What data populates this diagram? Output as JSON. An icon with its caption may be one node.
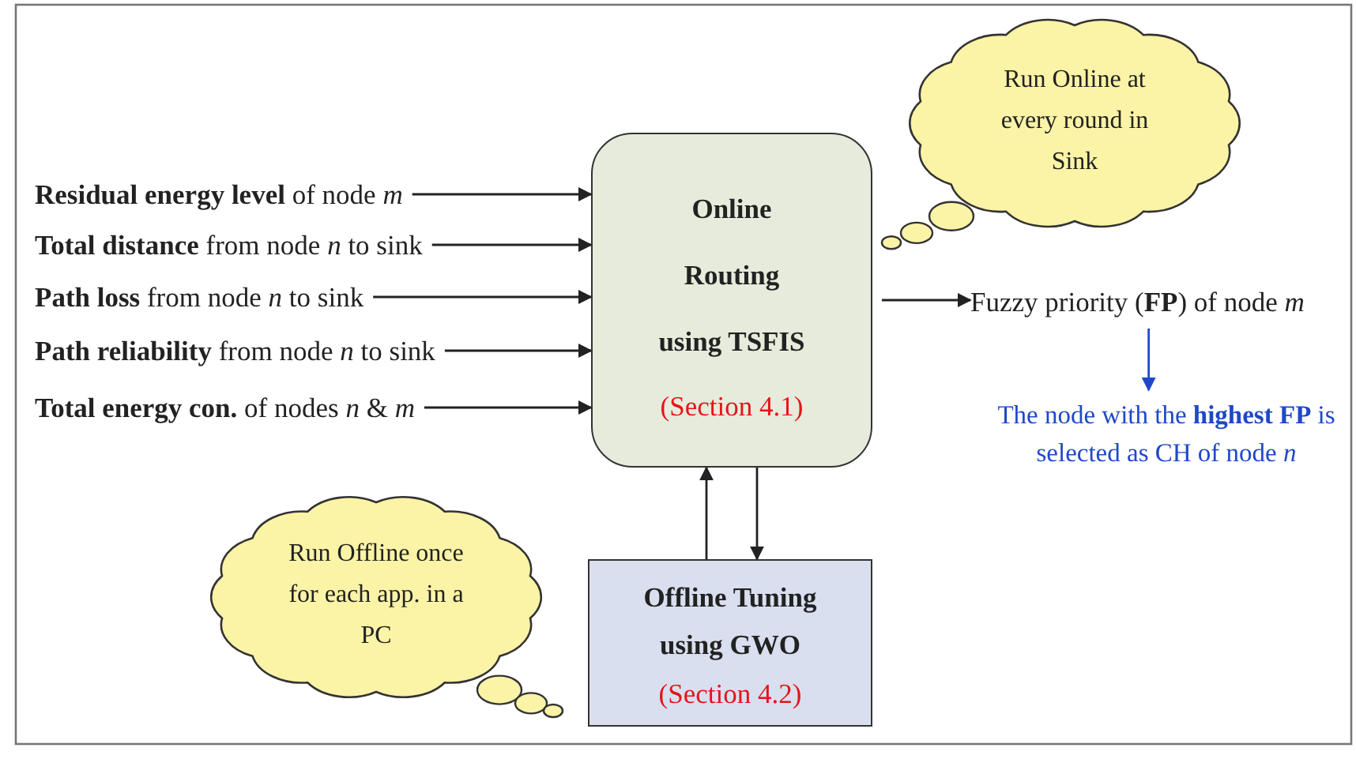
{
  "diagram": {
    "nodes": [
      {
        "text": [
          "**Residual energy level** of node *m*"
        ]
      },
      {
        "text": [
          "**Total distance** from node *n* to sink"
        ]
      },
      {
        "text": [
          "**Path loss** from node *n* to sink"
        ]
      },
      {
        "text": [
          "**Path reliability** from node *n* to sink"
        ]
      },
      {
        "text": [
          "**Total energy con.** of nodes *n* & *m*"
        ]
      },
      {
        "text": [
          "Online Routing using TSFIS",
          "(Section 4.1)"
        ]
      },
      {
        "text": [
          "Fuzzy priority (**FP**) of node *m*"
        ]
      },
      {
        "text": [
          "The node with the **highest** **FP** is selected as CH of node *n*"
        ]
      },
      {
        "text": [
          "Offline Tuning using GWO",
          "(Section 4.2)"
        ]
      },
      {
        "text": [
          "Run Online at every round in Sink"
        ]
      },
      {
        "text": [
          "Run Offline once for each app. in a PC"
        ]
      }
    ],
    "edges": [
      {
        "from": 0,
        "to": 5,
        "arrow": "to"
      },
      {
        "from": 1,
        "to": 5,
        "arrow": "to"
      },
      {
        "from": 2,
        "to": 5,
        "arrow": "to"
      },
      {
        "from": 3,
        "to": 5,
        "arrow": "to"
      },
      {
        "from": 4,
        "to": 5,
        "arrow": "to"
      },
      {
        "from": 5,
        "to": 6,
        "arrow": "to"
      },
      {
        "from": 6,
        "to": 7,
        "arrow": "to",
        "color": "#1f48c8"
      },
      {
        "from": 8,
        "to": 5,
        "arrow": "to"
      },
      {
        "from": 5,
        "to": 8,
        "arrow": "to"
      }
    ]
  }
}
